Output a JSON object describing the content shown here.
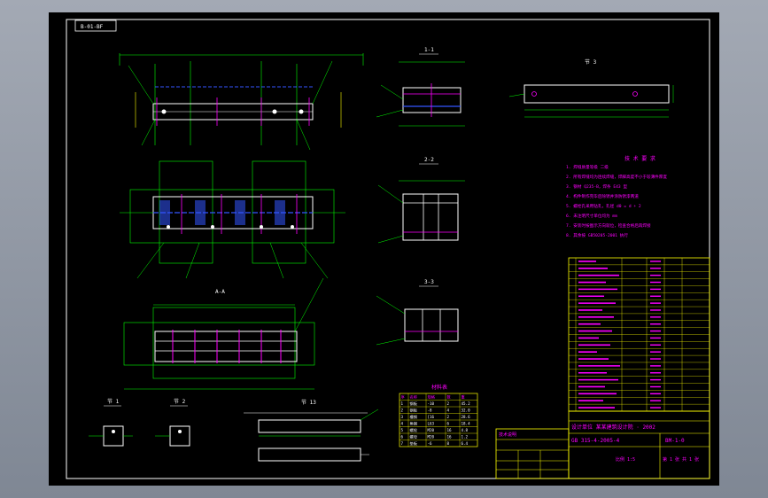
{
  "drawing": {
    "stamp": "B-01-BF",
    "title_block": {
      "designer_line": "设计单位 某某建筑设计院 · 2002",
      "drawing_no": "GB 315-4-2005-4",
      "sheet_code": "BM-1-0",
      "scale_cell": "比例 1:5",
      "sheet_cell": "第 1 张 共 1 张",
      "spec_header": "技术说明"
    },
    "section_labels": {
      "plan": "A-A",
      "view1": "1-1",
      "view2": "2-2",
      "view3": "3-3",
      "detail_a": "节 1",
      "detail_b": "节 2",
      "bar": "节 13",
      "side": "节 3"
    },
    "notes_title": "技 术 要 求",
    "notes": [
      "1. 焊缝质量等级 二级",
      "2. 所有焊缝均为连续焊缝，焊脚高度不小于较薄件厚度",
      "3. 钢材 Q235-B，焊条 E43 型",
      "4. 构件制作完毕后除锈并涂防锈漆两道",
      "5. 螺栓孔采用钻孔，孔径 d0 = d + 2",
      "6. 未注明尺寸单位均为 mm",
      "7. 安装时按图示方向就位，检查合格后再焊接",
      "8. 其余按 GB50205-2001 执行"
    ],
    "bom_title": "材料表",
    "bom_header": [
      "序",
      "名称",
      "规格",
      "数",
      "重"
    ],
    "bom_rows": [
      [
        "1",
        "钢板",
        "-10",
        "2",
        "45.2"
      ],
      [
        "2",
        "钢板",
        "-8",
        "4",
        "32.0"
      ],
      [
        "3",
        "槽钢",
        "[16",
        "2",
        "28.6"
      ],
      [
        "4",
        "角钢",
        "L63",
        "6",
        "18.4"
      ],
      [
        "5",
        "螺栓",
        "M20",
        "16",
        "4.8"
      ],
      [
        "6",
        "螺母",
        "M20",
        "16",
        "1.2"
      ],
      [
        "7",
        "垫板",
        "-6",
        "8",
        "6.4"
      ]
    ],
    "parts_rows": 22
  }
}
